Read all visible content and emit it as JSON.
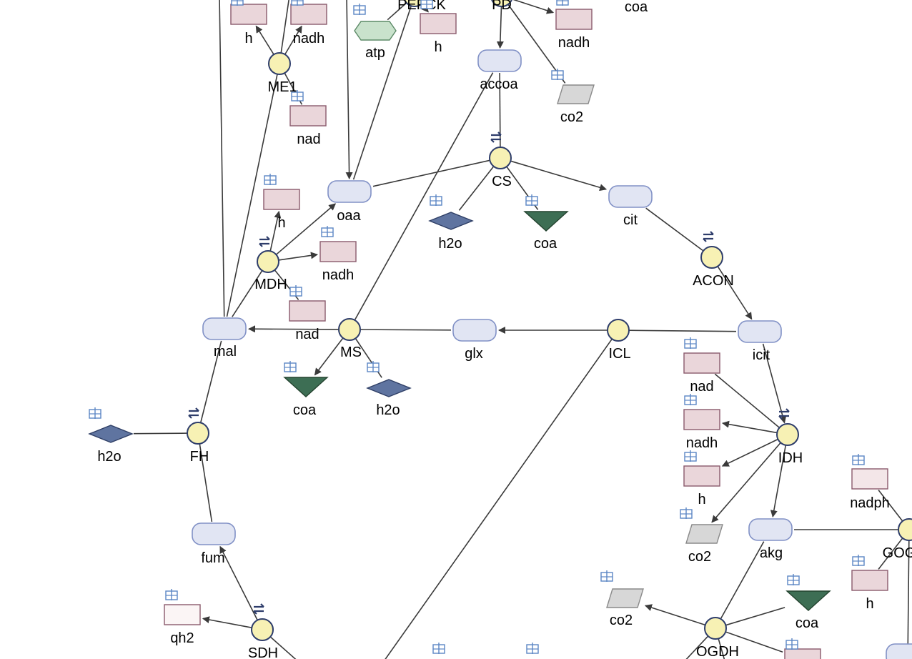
{
  "canvas": {
    "background": "#ffffff"
  },
  "colors": {
    "edge": "#3a3a3a",
    "reaction_fill": "#f7f1b4",
    "reaction_stroke": "#2e3d6b",
    "main_fill": "#e1e5f3",
    "main_stroke": "#8191c6",
    "cofactor_fill": "#ead6da",
    "cofactor_stroke": "#8a5a6c",
    "cofactor_light_fill": "#f3e6e8",
    "cofactor_pale_fill": "#fbf5f5",
    "water_fill": "#5f74a0",
    "water_stroke": "#2f3f66",
    "coa_fill": "#3d6e54",
    "coa_stroke": "#24432f",
    "co2_fill": "#d7d7d7",
    "co2_stroke": "#8a8a8a",
    "atp_fill": "#c9e2cc",
    "atp_stroke": "#5c8a67",
    "icon_color": "#5b86c4",
    "rev_icon_color": "#2e3d6b"
  },
  "reactions": [
    {
      "id": "me1",
      "label": "ME1",
      "reversible": false
    },
    {
      "id": "cs",
      "label": "CS",
      "reversible": true
    },
    {
      "id": "mdh",
      "label": "MDH",
      "reversible": true
    },
    {
      "id": "acon",
      "label": "ACON",
      "reversible": true
    },
    {
      "id": "ms",
      "label": "MS",
      "reversible": false
    },
    {
      "id": "icl",
      "label": "ICL",
      "reversible": false
    },
    {
      "id": "fh",
      "label": "FH",
      "reversible": true
    },
    {
      "id": "idh",
      "label": "IDH",
      "reversible": true
    },
    {
      "id": "goga",
      "label": "GOG",
      "reversible": false
    },
    {
      "id": "sdh",
      "label": "SDH",
      "reversible": true
    },
    {
      "id": "ogdh",
      "label": "OGDH",
      "reversible": false
    },
    {
      "id": "pepck",
      "label": "PEPCK",
      "reversible": false
    },
    {
      "id": "pd",
      "label": "PD",
      "reversible": false
    }
  ],
  "metabolites": [
    {
      "id": "m_h_top1",
      "label": "h",
      "kind": "cofactor"
    },
    {
      "id": "m_nadh_top1",
      "label": "nadh",
      "kind": "cofactor"
    },
    {
      "id": "m_atp",
      "label": "atp",
      "kind": "atp"
    },
    {
      "id": "m_h_top2",
      "label": "h",
      "kind": "cofactor"
    },
    {
      "id": "m_nadh_top2",
      "label": "nadh",
      "kind": "cofactor"
    },
    {
      "id": "m_coa_top",
      "label": "coa",
      "kind": "text"
    },
    {
      "id": "m_accoa",
      "label": "accoa",
      "kind": "main"
    },
    {
      "id": "m_co2_top",
      "label": "co2",
      "kind": "co2"
    },
    {
      "id": "m_nad_me1",
      "label": "nad",
      "kind": "cofactor"
    },
    {
      "id": "m_oaa",
      "label": "oaa",
      "kind": "main"
    },
    {
      "id": "m_h_mdh",
      "label": "h",
      "kind": "cofactor"
    },
    {
      "id": "m_h2o_cs",
      "label": "h2o",
      "kind": "water"
    },
    {
      "id": "m_coa_cs",
      "label": "coa",
      "kind": "coa"
    },
    {
      "id": "m_cit",
      "label": "cit",
      "kind": "main"
    },
    {
      "id": "m_nadh_mdh",
      "label": "nadh",
      "kind": "cofactor"
    },
    {
      "id": "m_nad_mdh",
      "label": "nad",
      "kind": "cofactor"
    },
    {
      "id": "m_mal",
      "label": "mal",
      "kind": "main"
    },
    {
      "id": "m_glx",
      "label": "glx",
      "kind": "main"
    },
    {
      "id": "m_icit",
      "label": "icit",
      "kind": "main"
    },
    {
      "id": "m_coa_ms",
      "label": "coa",
      "kind": "coa"
    },
    {
      "id": "m_h2o_ms",
      "label": "h2o",
      "kind": "water"
    },
    {
      "id": "m_nad_idh",
      "label": "nad",
      "kind": "cofactor"
    },
    {
      "id": "m_nadh_idh",
      "label": "nadh",
      "kind": "cofactor"
    },
    {
      "id": "m_h_idh",
      "label": "h",
      "kind": "cofactor"
    },
    {
      "id": "m_co2_idh",
      "label": "co2",
      "kind": "co2"
    },
    {
      "id": "m_h2o_fh",
      "label": "h2o",
      "kind": "water"
    },
    {
      "id": "m_nadph",
      "label": "nadph",
      "kind": "cofactor_light"
    },
    {
      "id": "m_akg",
      "label": "akg",
      "kind": "main"
    },
    {
      "id": "m_fum",
      "label": "fum",
      "kind": "main"
    },
    {
      "id": "m_h_gog",
      "label": "h",
      "kind": "cofactor"
    },
    {
      "id": "m_co2_ogdh",
      "label": "co2",
      "kind": "co2"
    },
    {
      "id": "m_coa_ogdh",
      "label": "coa",
      "kind": "coa"
    },
    {
      "id": "m_qh2",
      "label": "qh2",
      "kind": "cofactor_pale"
    },
    {
      "id": "m_cof_bottom",
      "label": "",
      "kind": "cofactor"
    },
    {
      "id": "m_main_bottom",
      "label": "",
      "kind": "main"
    }
  ],
  "edges": [
    {
      "from": "me1",
      "to": "m_h_top1",
      "arrow": true
    },
    {
      "from": "me1",
      "to": "m_nadh_top1",
      "arrow": true
    },
    {
      "from": "me1",
      "to": "m_nad_me1",
      "arrow": false
    },
    {
      "from": "me1",
      "to": "m_mal",
      "arrow": false
    },
    {
      "from": "me1",
      "to": "m_top_a",
      "arrow": false
    },
    {
      "from": "m_mal",
      "to": "m_top_b",
      "arrow": false
    },
    {
      "from": "m_top_c",
      "to": "m_oaa",
      "arrow": true
    },
    {
      "from": "pepck",
      "to": "m_oaa",
      "arrow": false
    },
    {
      "from": "pepck",
      "to": "m_atp",
      "arrow": false
    },
    {
      "from": "pepck",
      "to": "m_h_top2",
      "arrow": true
    },
    {
      "from": "pd",
      "to": "m_accoa",
      "arrow": true
    },
    {
      "from": "pd",
      "to": "m_nadh_top2",
      "arrow": true
    },
    {
      "from": "pd",
      "to": "m_co2_top",
      "arrow": false
    },
    {
      "from": "m_accoa",
      "to": "cs",
      "arrow": false
    },
    {
      "from": "m_accoa",
      "to": "ms",
      "arrow": false
    },
    {
      "from": "cs",
      "to": "m_oaa",
      "arrow": false
    },
    {
      "from": "cs",
      "to": "m_cit",
      "arrow": true
    },
    {
      "from": "cs",
      "to": "m_h2o_cs",
      "arrow": false
    },
    {
      "from": "cs",
      "to": "m_coa_cs",
      "arrow": false
    },
    {
      "from": "m_cit",
      "to": "acon",
      "arrow": false
    },
    {
      "from": "acon",
      "to": "m_icit",
      "arrow": true
    },
    {
      "from": "mdh",
      "to": "m_oaa",
      "arrow": true
    },
    {
      "from": "mdh",
      "to": "m_h_mdh",
      "arrow": true
    },
    {
      "from": "mdh",
      "to": "m_nadh_mdh",
      "arrow": true
    },
    {
      "from": "mdh",
      "to": "m_nad_mdh",
      "arrow": false
    },
    {
      "from": "mdh",
      "to": "m_mal",
      "arrow": false
    },
    {
      "from": "ms",
      "to": "m_mal",
      "arrow": true
    },
    {
      "from": "ms",
      "to": "m_glx",
      "arrow": false
    },
    {
      "from": "ms",
      "to": "m_coa_ms",
      "arrow": true
    },
    {
      "from": "ms",
      "to": "m_h2o_ms",
      "arrow": false
    },
    {
      "from": "icl",
      "to": "m_glx",
      "arrow": true
    },
    {
      "from": "icl",
      "to": "m_icit",
      "arrow": false
    },
    {
      "from": "icl",
      "to": "m_bottom_succ",
      "arrow": false
    },
    {
      "from": "m_icit",
      "to": "idh",
      "arrow": true
    },
    {
      "from": "idh",
      "to": "m_nad_idh",
      "arrow": false
    },
    {
      "from": "idh",
      "to": "m_nadh_idh",
      "arrow": true
    },
    {
      "from": "idh",
      "to": "m_h_idh",
      "arrow": true
    },
    {
      "from": "idh",
      "to": "m_co2_idh",
      "arrow": true
    },
    {
      "from": "idh",
      "to": "m_akg",
      "arrow": true
    },
    {
      "from": "fh",
      "to": "m_mal",
      "arrow": false
    },
    {
      "from": "fh",
      "to": "m_h2o_fh",
      "arrow": false
    },
    {
      "from": "fh",
      "to": "m_fum",
      "arrow": false
    },
    {
      "from": "sdh",
      "to": "m_fum",
      "arrow": true
    },
    {
      "from": "sdh",
      "to": "m_qh2",
      "arrow": true
    },
    {
      "from": "sdh",
      "to": "m_bottom_sdh",
      "arrow": false
    },
    {
      "from": "m_akg",
      "to": "goga",
      "arrow": false
    },
    {
      "from": "goga",
      "to": "m_nadph",
      "arrow": false
    },
    {
      "from": "goga",
      "to": "m_h_gog",
      "arrow": false
    },
    {
      "from": "goga",
      "to": "m_gog_down",
      "arrow": false
    },
    {
      "from": "m_akg",
      "to": "ogdh",
      "arrow": false
    },
    {
      "from": "ogdh",
      "to": "m_co2_ogdh",
      "arrow": true
    },
    {
      "from": "ogdh",
      "to": "m_coa_ogdh",
      "arrow": false
    },
    {
      "from": "ogdh",
      "to": "m_cof_bottom",
      "arrow": false
    },
    {
      "from": "ogdh",
      "to": "m_ogdh_down_l",
      "arrow": false
    },
    {
      "from": "ogdh",
      "to": "m_ogdh_down_m",
      "arrow": false
    }
  ],
  "info_icons": 24
}
